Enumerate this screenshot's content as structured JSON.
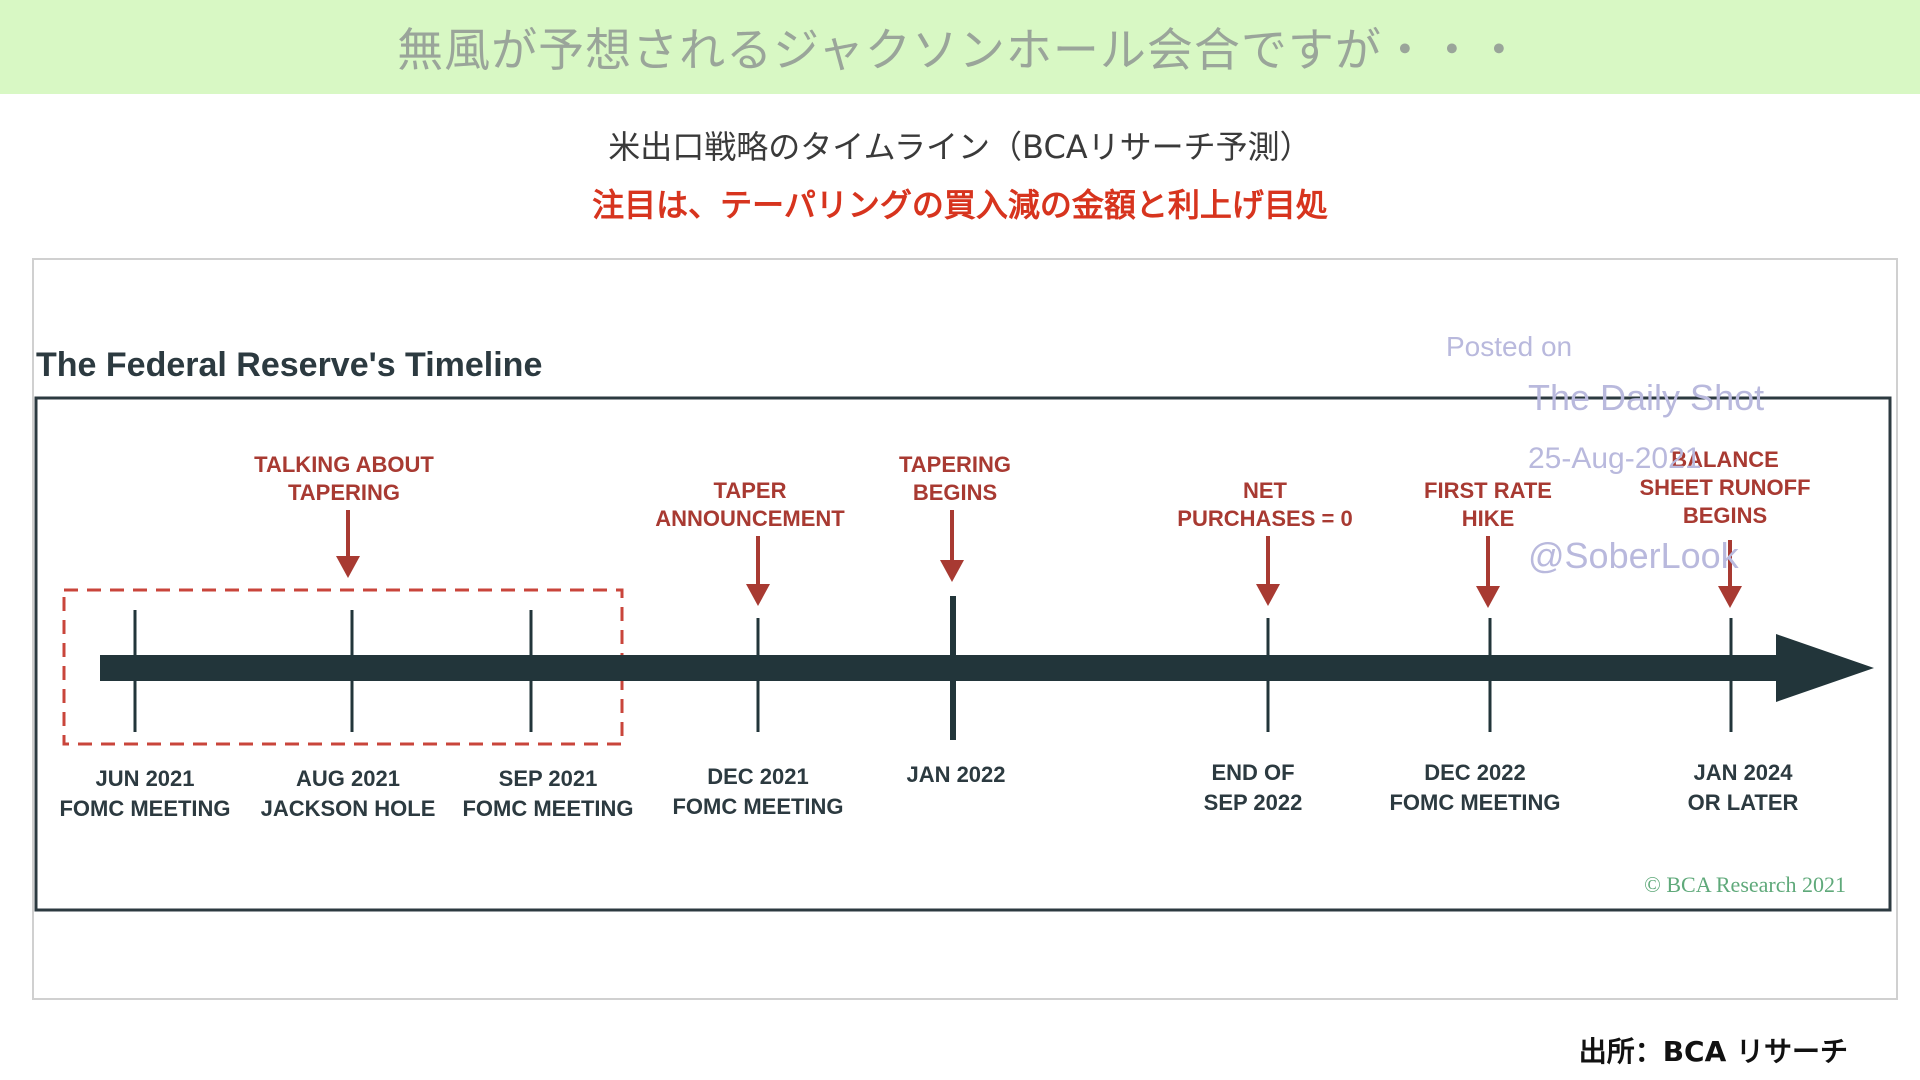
{
  "header": {
    "banner_title": "無風が予想されるジャクソンホール会合ですが・・・"
  },
  "subtitle": {
    "line1": "米出口戦略のタイムライン（BCAリサーチ予測）",
    "line2": "注目は、テーパリングの買入減の金額と利上げ目処"
  },
  "figure": {
    "title": "The Federal Reserve's Timeline",
    "watermark": [
      "Posted on",
      "The Daily Shot",
      "25-Aug-2021",
      "@SoberLook"
    ],
    "copyright": "© BCA Research 2021",
    "events": [
      {
        "id": "talking",
        "lines": [
          "TALKING ABOUT",
          "TAPERING"
        ]
      },
      {
        "id": "taper",
        "lines": [
          "TAPER",
          "ANNOUNCEMENT"
        ]
      },
      {
        "id": "begins",
        "lines": [
          "TAPERING",
          "BEGINS"
        ]
      },
      {
        "id": "net",
        "lines": [
          "NET",
          "PURCHASES = 0"
        ]
      },
      {
        "id": "hike",
        "lines": [
          "FIRST RATE",
          "HIKE"
        ]
      },
      {
        "id": "runoff",
        "lines": [
          "BALANCE",
          "SHEET RUNOFF",
          "BEGINS"
        ]
      }
    ],
    "dates": [
      {
        "id": "jun2021",
        "lines": [
          "JUN 2021",
          "FOMC MEETING"
        ]
      },
      {
        "id": "aug2021",
        "lines": [
          "AUG 2021",
          "JACKSON HOLE"
        ]
      },
      {
        "id": "sep2021",
        "lines": [
          "SEP 2021",
          "FOMC MEETING"
        ]
      },
      {
        "id": "dec2021",
        "lines": [
          "DEC 2021",
          "FOMC MEETING"
        ]
      },
      {
        "id": "jan2022",
        "lines": [
          "JAN 2022"
        ]
      },
      {
        "id": "sep2022",
        "lines": [
          "END OF",
          "SEP 2022"
        ]
      },
      {
        "id": "dec2022",
        "lines": [
          "DEC 2022",
          "FOMC MEETING"
        ]
      },
      {
        "id": "jan2024",
        "lines": [
          "JAN 2024",
          "OR LATER"
        ]
      }
    ]
  },
  "source": "出所：BCA リサーチ",
  "colors": {
    "banner": "#d8f8c4",
    "accent_red": "#d7341e",
    "event_red": "#a83a32",
    "axis": "#22353a",
    "watermark": "#b9b9dd",
    "copyright": "#5fa97a"
  }
}
